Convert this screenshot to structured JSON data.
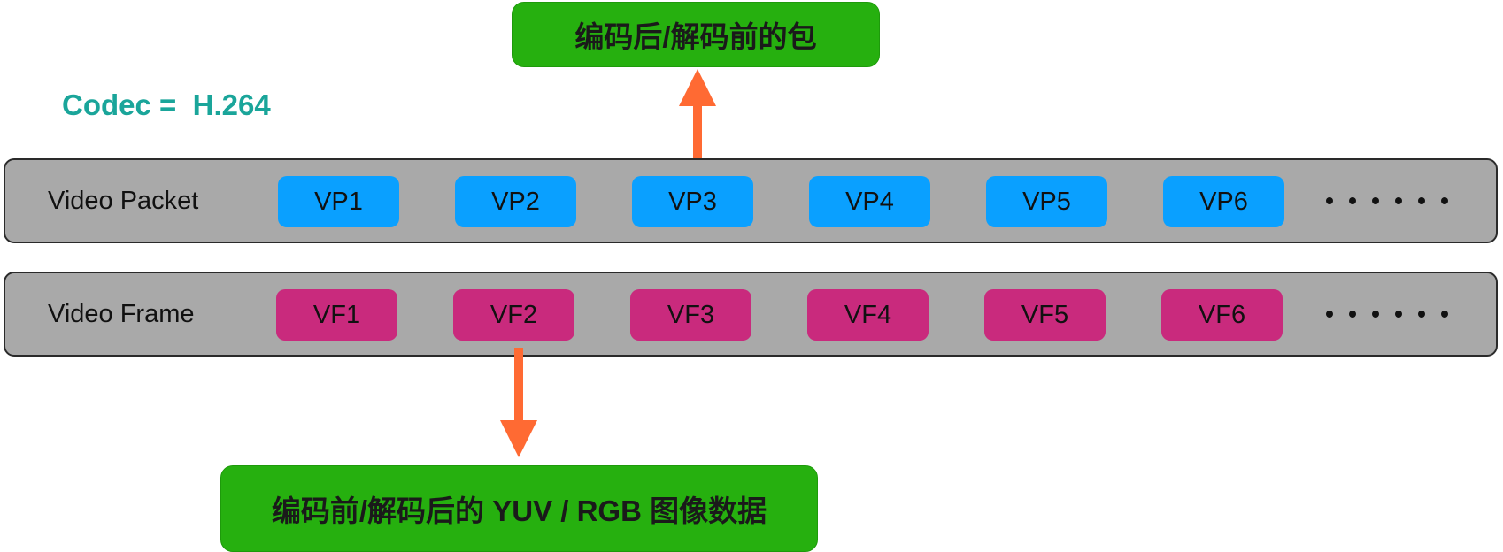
{
  "codec_label": "Codec =  H.264",
  "top_box": {
    "label": "编码后/解码前的包"
  },
  "bottom_box": {
    "label": "编码前/解码后的 YUV / RGB 图像数据"
  },
  "packet_row": {
    "label": "Video Packet",
    "items": [
      "VP1",
      "VP2",
      "VP3",
      "VP4",
      "VP5",
      "VP6"
    ],
    "more": "......"
  },
  "frame_row": {
    "label": "Video Frame",
    "items": [
      "VF1",
      "VF2",
      "VF3",
      "VF4",
      "VF5",
      "VF6"
    ],
    "more": "......"
  },
  "colors": {
    "codec_text": "#1aa59a",
    "green_box": "#26b00f",
    "row_bg": "#a9a9a9",
    "packet_chip": "#0aa0ff",
    "frame_chip": "#c92a7d",
    "arrow": "#ff6a33"
  }
}
